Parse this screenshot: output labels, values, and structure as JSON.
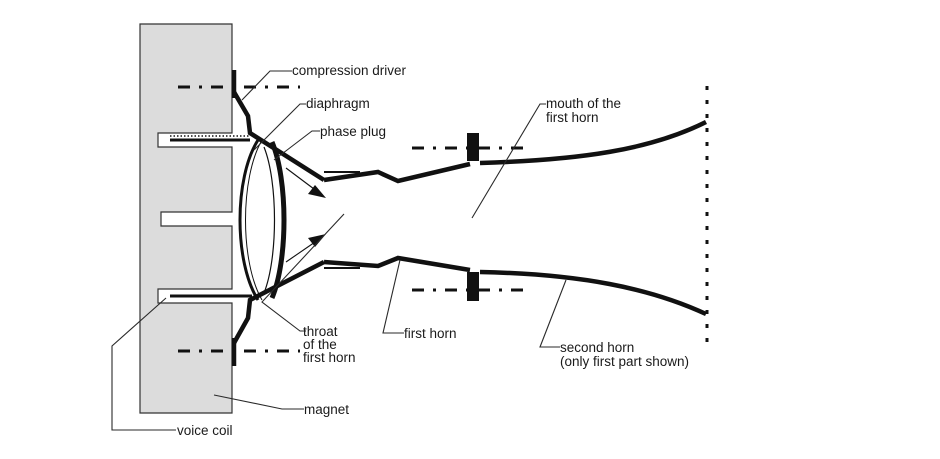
{
  "labels": {
    "compression_driver": "compression driver",
    "diaphragm": "diaphragm",
    "phase_plug": "phase plug",
    "mouth_line1": "mouth of the",
    "mouth_line2": "first horn",
    "throat_line1": "throat",
    "throat_line2": "of the",
    "throat_line3": "first horn",
    "first_horn": "first horn",
    "second_horn_line1": "second horn",
    "second_horn_line2": "(only first part shown)",
    "magnet": "magnet",
    "voice_coil": "voice coil"
  },
  "colors": {
    "background": "#ffffff",
    "magnet_fill": "#dcdcdc",
    "ink": "#111111"
  }
}
